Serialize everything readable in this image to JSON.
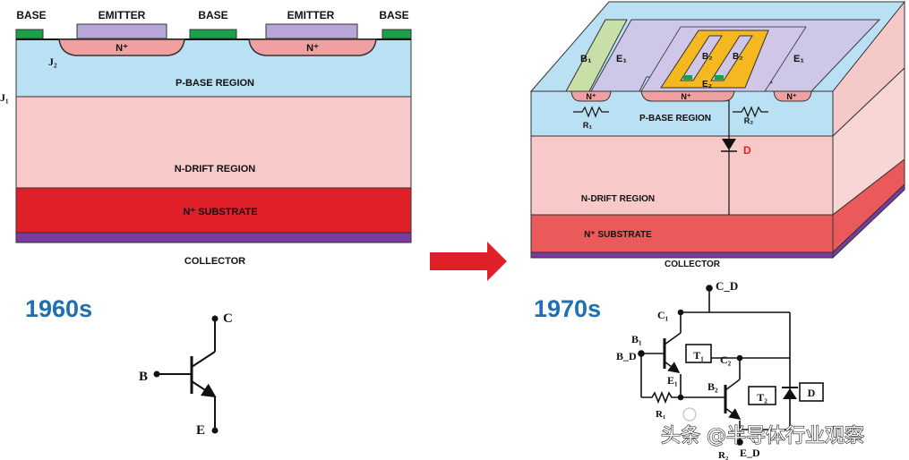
{
  "left_diagram": {
    "base_left": "BASE",
    "emitter_left": "EMITTER",
    "base_mid": "BASE",
    "emitter_right": "EMITTER",
    "base_right": "BASE",
    "n_plus_left": "N⁺",
    "n_plus_right": "N⁺",
    "j2": "J₂",
    "j1": "J₁",
    "p_base": "P-BASE REGION",
    "n_drift": "N-DRIFT REGION",
    "substrate": "N⁺ SUBSTRATE",
    "collector": "COLLECTOR"
  },
  "right_diagram": {
    "b1": "B₁",
    "e1_left": "E₁",
    "b2_a": "B₂",
    "b2_b": "B₂",
    "e2": "E₂",
    "e1_right": "E₁",
    "n_plus_1": "N⁺",
    "n_plus_2": "N⁺",
    "n_plus_3": "N⁺",
    "r1": "R₁",
    "r2": "R₂",
    "p_base": "P-BASE REGION",
    "diode": "D",
    "n_drift": "N-DRIFT REGION",
    "substrate": "N⁺ SUBSTRATE",
    "collector": "COLLECTOR"
  },
  "era_left": "1960s",
  "era_right": "1970s",
  "bjt_symbol": {
    "c": "C",
    "b": "B",
    "e": "E"
  },
  "darlington": {
    "cd": "C_D",
    "c1": "C₁",
    "b1": "B₁",
    "bd": "B_D",
    "t1": "T₁",
    "c2": "C₂",
    "e1": "E₁",
    "b2": "B₂",
    "t2": "T₂",
    "d": "D",
    "r1": "R₁",
    "r2": "R₂",
    "ed": "E_D"
  },
  "watermark": "头条 @半导体行业观察",
  "colors": {
    "p_base": "#b9e0f3",
    "n_drift": "#f7c9c9",
    "substrate": "#e02028",
    "collector_metal": "#7a3aa0",
    "emitter_metal": "#b7a6d6",
    "base_metal": "#1aa24a",
    "n_plus": "#f0a0a0",
    "arrow": "#e02028",
    "era_text": "#1f6fb2",
    "gold_metal": "#f5b820",
    "diode_label": "#e02028"
  }
}
